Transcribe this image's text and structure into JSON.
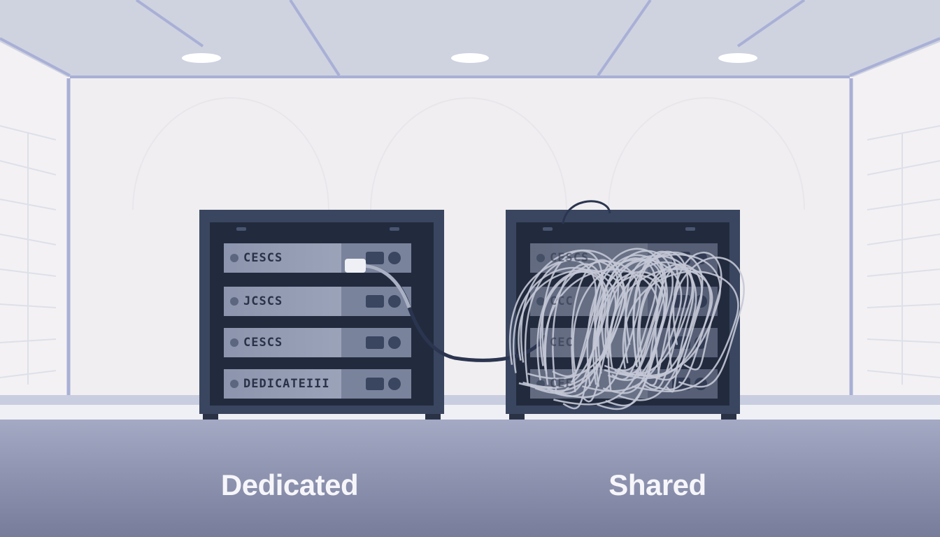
{
  "dedicated_rack": {
    "label": "Dedicated",
    "unit_labels": [
      "CESCS",
      "JCSCS",
      "CESCS",
      "DEDICATEIII"
    ]
  },
  "shared_rack": {
    "label": "Shared",
    "unit_labels": [
      "CESCS",
      "CCC",
      "CEC",
      "CEE"
    ]
  },
  "colors": {
    "ceiling": "#cfd3e0",
    "wall": "#f0eef0",
    "rack_frame": "#3a4660",
    "rack_inner": "#222b3d",
    "server_unit": "#939cb3",
    "cable": "#c4c8d6",
    "floor": "#8f95b2"
  }
}
